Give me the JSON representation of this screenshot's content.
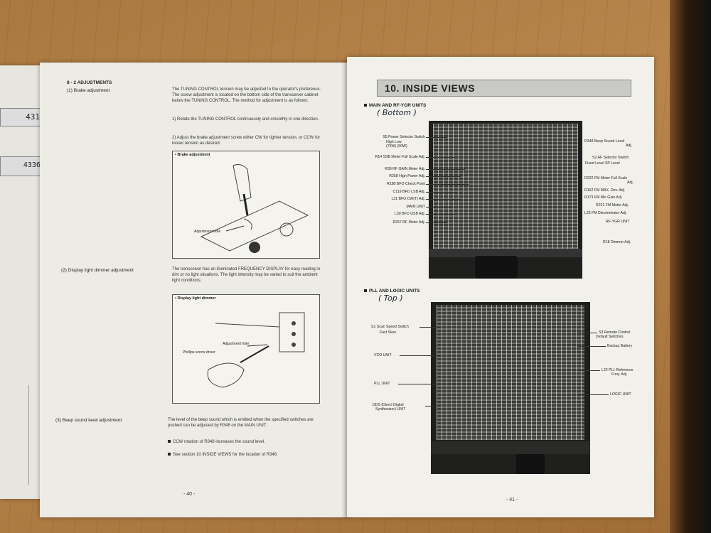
{
  "left_page": {
    "section": "8 - 2  ADJUSTMENTS",
    "sub1": "(1) Brake adjustment",
    "p1": "The TUNING CONTROL tension may be adjusted to the operator's preference. The screw adjustment is located on the bottom side of the transceiver cabinet below the TUNING CONTROL. The method for adjustment is as follows:",
    "step1": "1) Rotate the TUNING CONTROL continuously and smoothly in one direction.",
    "step2": "2) Adjust the brake adjustment screw either CW for tighter tension, or CCW for looser tension as desired.",
    "fig1_title": "• Brake adjustment",
    "fig1_label": "Adjustment hole",
    "sub2": "(2) Display light dimmer adjustment",
    "p2": "The transceiver has an illuminated FREQUENCY DISPLAY for easy reading in dim or no light situations. The light intensity may be varied to suit the ambient light conditions.",
    "fig2_title": "• Display light dimmer",
    "fig2_label1": "Adjustment hole",
    "fig2_label2": "Phillips screw driver",
    "sub3": "(3) Beep sound level adjustment",
    "p3": "The level of the beep sound which is emitted when the specified switches are pushed can be adjusted by R348 on the MAIN UNIT.",
    "b1": "CCW rotation of R348 increases the sound level.",
    "b2": "See section 10 INSIDE VIEWS for the location of R348.",
    "page_number": "- 40 -"
  },
  "right_page": {
    "title": "10. INSIDE VIEWS",
    "group1": "MAIN AND RF-YGR UNITS",
    "group1_note": "( Bottom )",
    "g1_left": [
      "S5 Power Selector Switch",
      "High    Low",
      "(75W)  (50W)",
      "R14 SSB Meter Full Scale Adj.",
      "R39 RF GAIN Meter Adj.",
      "R258 High Power Adj.",
      "R180 BFO Check Point",
      "C119 BFO LSB Adj.",
      "L31 BFO CW(T) Adj.",
      "MAIN UNIT",
      "L30 BFO USB Adj.",
      "R257 RF Meter Adj."
    ],
    "g1_right": [
      "R348 Beep Sound  Level",
      "Adj.",
      "S2 AF Selector Switch",
      "Fixed Level      SP Level",
      "R222 FM Meter Full Scale",
      "Adj.",
      "R162 FM MAX. Dev. Adj.",
      "R173 FM Mic Gain Adj.",
      "R221 FM Meter Adj.",
      "L23 FM Discriminator Adj.",
      "RF-YGR UNIT",
      "R18 Dimmer Adj."
    ],
    "group2": "PLL AND LOGIC UNITS",
    "group2_note": "( Top )",
    "g2_left": [
      "S1 Scan Speed Switch",
      "Fast      Slow",
      "VCO UNIT",
      "PLL UNIT",
      "DDS (Direct Digital",
      "Synthesizer) UNIT"
    ],
    "g2_right": [
      "S3 Remote Control",
      "Default Switches",
      "Backup Battery",
      "L22 PLL Reference",
      "Freq. Adj.",
      "LOGIC UNIT"
    ],
    "page_number": "- 41 -"
  },
  "under_page": {
    "readout1": "431",
    "readout2": "4336"
  }
}
